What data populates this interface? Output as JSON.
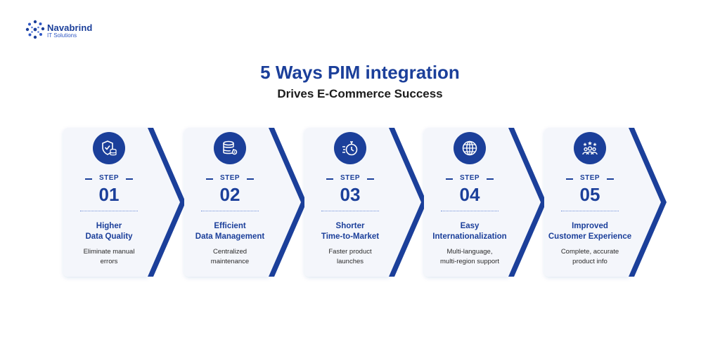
{
  "logo": {
    "name": "Navabrind",
    "tagline": "IT Solutions"
  },
  "title": "5 Ways PIM integration",
  "subtitle": "Drives E-Commerce Success",
  "colors": {
    "primary": "#1b3f9a",
    "card_bg": "#f4f6fb"
  },
  "steps": [
    {
      "label": "STEP",
      "number": "01",
      "title_line1": "Higher",
      "title_line2": "Data Quality",
      "desc_line1": "Eliminate manual",
      "desc_line2": "errors",
      "icon": "shield-database-icon"
    },
    {
      "label": "STEP",
      "number": "02",
      "title_line1": "Efficient",
      "title_line2": "Data Management",
      "desc_line1": "Centralized",
      "desc_line2": "maintenance",
      "icon": "database-gear-icon"
    },
    {
      "label": "STEP",
      "number": "03",
      "title_line1": "Shorter",
      "title_line2": "Time-to-Market",
      "desc_line1": "Faster product",
      "desc_line2": "launches",
      "icon": "stopwatch-icon"
    },
    {
      "label": "STEP",
      "number": "04",
      "title_line1": "Easy",
      "title_line2": "Internationalization",
      "desc_line1": "Multi-language,",
      "desc_line2": "multi-region support",
      "icon": "globe-icon"
    },
    {
      "label": "STEP",
      "number": "05",
      "title_line1": "Improved",
      "title_line2": "Customer Experience",
      "desc_line1": "Complete, accurate",
      "desc_line2": "product info",
      "icon": "customers-stars-icon"
    }
  ]
}
